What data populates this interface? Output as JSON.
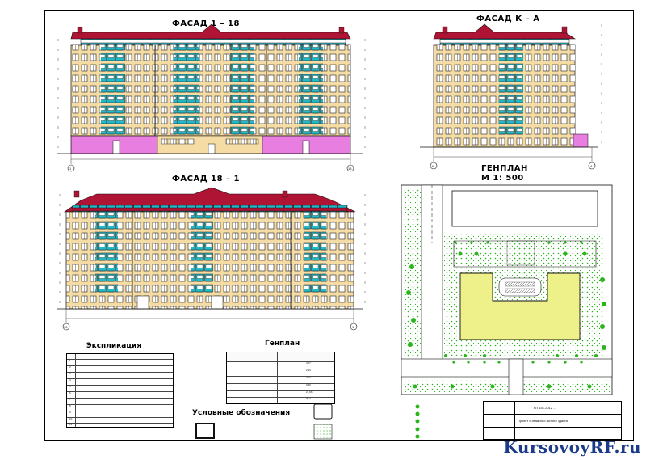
{
  "drawing": {
    "facade_a_title": "ФАСАД 1 – 18",
    "facade_b_title": "ФАСАД К – А",
    "facade_c_title": "ФАСАД 18 – 1",
    "genplan_title": "ГЕНПЛАН",
    "genplan_scale": "М 1: 500",
    "axis_a_left": "1",
    "axis_a_right": "18",
    "axis_b_left": "К",
    "axis_b_right": "А",
    "axis_c_left": "18",
    "axis_c_right": "1"
  },
  "explication": {
    "title": "Экспликация",
    "rows": [
      "1",
      "2",
      "3",
      "4",
      "5",
      "6",
      "7",
      "8",
      "9",
      "10",
      "11"
    ]
  },
  "genplan_table": {
    "title": "Генплан",
    "values": [
      "4,77",
      "2,19",
      "2,14",
      "0,59",
      "21,66",
      "79,4"
    ]
  },
  "legend": {
    "title": "Условные обозначения"
  },
  "stamp": {
    "code": "КП 151.2012 ...",
    "project": "Проект 9-этажного жилого здания"
  },
  "watermark": "KursovoyRF.ru",
  "colors": {
    "roof": "#b01435",
    "wall": "#f4dca4",
    "plinth": "#e87ee0",
    "window": "#38d6d0",
    "balcony": "#1fb9c9",
    "green": "#2bb51c",
    "building_plan": "#eef08a"
  }
}
